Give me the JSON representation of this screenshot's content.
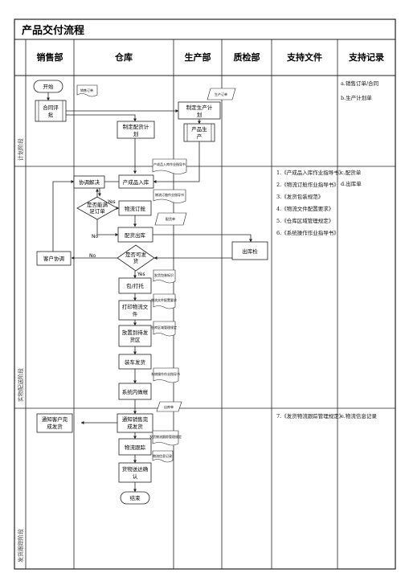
{
  "title": "产品交付流程",
  "headers": [
    "销售部",
    "仓库",
    "生产部",
    "质检部",
    "支持文件",
    "支持记录"
  ],
  "phases": [
    "计划阶段",
    "实物配送阶段",
    "发货跟踪阶段"
  ],
  "nodes": {
    "start": "开始",
    "contract_review": [
      "合同评",
      "批"
    ],
    "make_prod_plan": [
      "制定生产计",
      "划"
    ],
    "make_dist_plan": [
      "制定配货计",
      "划"
    ],
    "product_prod": [
      "产品生",
      "产"
    ],
    "coordinate": "协调解决",
    "product_in": "产成品入库",
    "meet_order": [
      "是否能满",
      "足订单"
    ],
    "logistics_order": "物流订舱",
    "dist_out": "配货出库",
    "outbound_check": "出库检",
    "qualified": [
      "是否可发",
      "货"
    ],
    "customer_coord": "客户协调",
    "pack": "包/打托",
    "print_docs": [
      "打印物流文",
      "件"
    ],
    "place_area": [
      "放置到待发",
      "货区"
    ],
    "load_ship": "装车发货",
    "system_out": "系统内做帐",
    "notify_customer": [
      "通知客户完",
      "成发货"
    ],
    "notify_sales": [
      "通知销售完",
      "成发货"
    ],
    "tracking": "物流跟踪",
    "confirm_arrival": [
      "货物送达确",
      "认"
    ],
    "end": "结束"
  },
  "edge_labels": {
    "yes": "Yes",
    "no": "No"
  },
  "docs": {
    "sales_order": "销售订单",
    "prod_order": "生产订单",
    "prod_in_form": "产成品入库作业指导书",
    "logistics_guide": "物流订舱作业指导书",
    "dist_form": "配货单",
    "ship_confirm": "发货包装标识",
    "logistics_config": "物流文件配置要求",
    "warehouse_rule": "仓库区域管理规定",
    "system_guide": "系统操作作业指导书",
    "out_form": "出库单",
    "track_rule": "发货物流跟踪管理规定",
    "track_record": "物流信息记录"
  },
  "support_files_1": [
    "1.《产成品入库作业指导书》",
    "2.《物流订舱作业指导书》",
    "3.《发货包装规范》",
    "4.《物流文件配置要求》",
    "5.《仓库区域管理规定》",
    "6.《系统操作作业指导书》"
  ],
  "support_files_2": [
    "7.《发货物流跟踪管理规定》"
  ],
  "records_1": [
    "a.销售订单/合同",
    "b.生产计划单"
  ],
  "records_2": [
    "c.配货单",
    "d.出库单"
  ],
  "records_3": [
    "e.物流信息记录"
  ]
}
